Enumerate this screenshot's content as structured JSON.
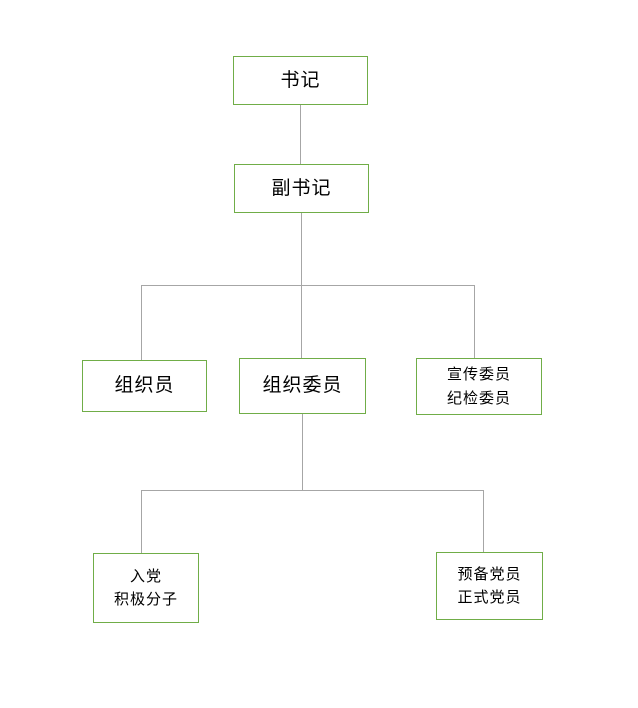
{
  "colors": {
    "background": "#ffffff",
    "box_border": "#70ad47",
    "connector": "#a6a6a6",
    "text": "#000000"
  },
  "diagram": {
    "type": "org-chart",
    "nodes": [
      {
        "id": "secretary",
        "label": "书记"
      },
      {
        "id": "deputy-secretary",
        "label": "副书记"
      },
      {
        "id": "organizer",
        "label": "组织员"
      },
      {
        "id": "org-committee",
        "label": "组织委员"
      },
      {
        "id": "prop-discipline",
        "label": "宣传委员\n纪检委员"
      },
      {
        "id": "activists",
        "label": "入党\n积极分子"
      },
      {
        "id": "members",
        "label": "预备党员\n正式党员"
      }
    ],
    "edges": [
      {
        "from": "secretary",
        "to": "deputy-secretary"
      },
      {
        "from": "deputy-secretary",
        "to": "organizer"
      },
      {
        "from": "deputy-secretary",
        "to": "org-committee"
      },
      {
        "from": "deputy-secretary",
        "to": "prop-discipline"
      },
      {
        "from": "org-committee",
        "to": "activists"
      },
      {
        "from": "org-committee",
        "to": "members"
      }
    ]
  }
}
